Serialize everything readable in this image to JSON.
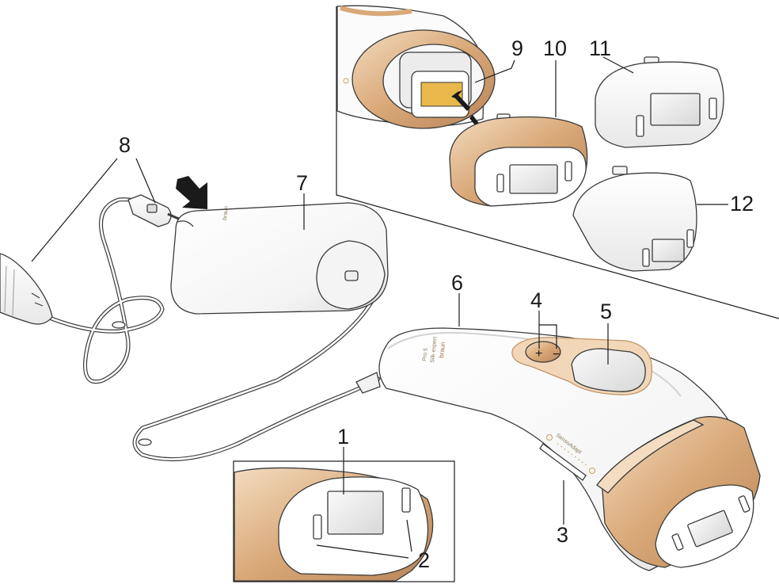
{
  "labels": {
    "l1": "1",
    "l2": "2",
    "l3": "3",
    "l4": "4",
    "l5": "5",
    "l6": "6",
    "l7": "7",
    "l8": "8",
    "l9": "9",
    "l10": "10",
    "l11": "11",
    "l12": "12"
  },
  "device": {
    "brand": "braun",
    "model": "Silk·expert",
    "model_sub": "Pro 5",
    "sensor": "SensoAdapt",
    "plus": "+",
    "minus": "−"
  },
  "adapter": {
    "brand": "braun"
  },
  "colors": {
    "gold": "#d9a877",
    "gold_dark": "#b9855a",
    "gold_light": "#f1d7b8",
    "white_body": "#fbfbfb",
    "shadow": "#e6e6e6"
  }
}
